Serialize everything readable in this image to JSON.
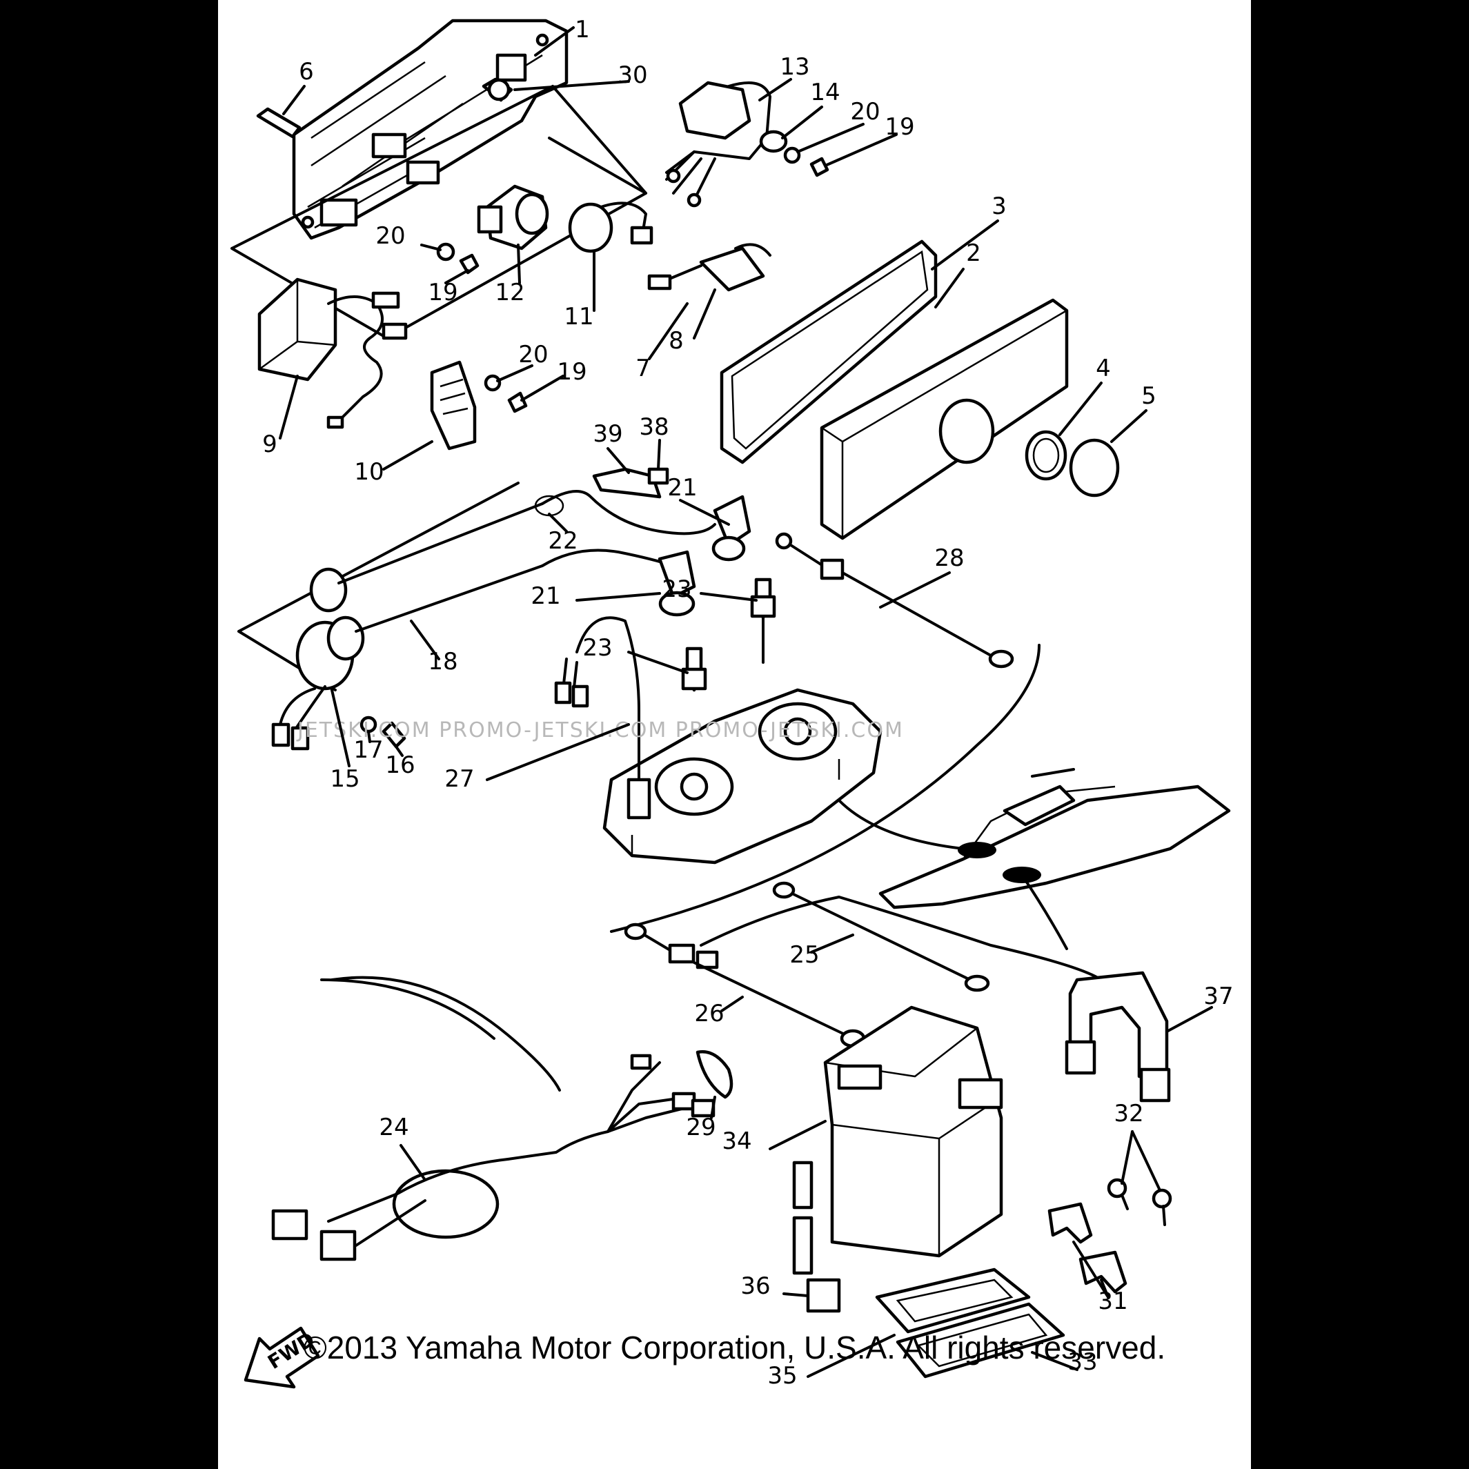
{
  "diagram": {
    "parts": [
      {
        "id": "p1",
        "label": "1"
      },
      {
        "id": "p2",
        "label": "2"
      },
      {
        "id": "p3",
        "label": "3"
      },
      {
        "id": "p4",
        "label": "4"
      },
      {
        "id": "p5",
        "label": "5"
      },
      {
        "id": "p6",
        "label": "6"
      },
      {
        "id": "p7",
        "label": "7"
      },
      {
        "id": "p8",
        "label": "8"
      },
      {
        "id": "p9",
        "label": "9"
      },
      {
        "id": "p10",
        "label": "10"
      },
      {
        "id": "p11",
        "label": "11"
      },
      {
        "id": "p12",
        "label": "12"
      },
      {
        "id": "p13",
        "label": "13"
      },
      {
        "id": "p14",
        "label": "14"
      },
      {
        "id": "p15",
        "label": "15"
      },
      {
        "id": "p16",
        "label": "16"
      },
      {
        "id": "p17",
        "label": "17"
      },
      {
        "id": "p18",
        "label": "18"
      },
      {
        "id": "p19a",
        "label": "19"
      },
      {
        "id": "p19b",
        "label": "19"
      },
      {
        "id": "p19c",
        "label": "19"
      },
      {
        "id": "p20a",
        "label": "20"
      },
      {
        "id": "p20b",
        "label": "20"
      },
      {
        "id": "p20c",
        "label": "20"
      },
      {
        "id": "p21a",
        "label": "21"
      },
      {
        "id": "p21b",
        "label": "21"
      },
      {
        "id": "p22",
        "label": "22"
      },
      {
        "id": "p23a",
        "label": "23"
      },
      {
        "id": "p23b",
        "label": "23"
      },
      {
        "id": "p24",
        "label": "24"
      },
      {
        "id": "p25",
        "label": "25"
      },
      {
        "id": "p26",
        "label": "26"
      },
      {
        "id": "p27",
        "label": "27"
      },
      {
        "id": "p28",
        "label": "28"
      },
      {
        "id": "p29",
        "label": "29"
      },
      {
        "id": "p30",
        "label": "30"
      },
      {
        "id": "p31",
        "label": "31"
      },
      {
        "id": "p32",
        "label": "32"
      },
      {
        "id": "p33",
        "label": "33"
      },
      {
        "id": "p34",
        "label": "34"
      },
      {
        "id": "p35",
        "label": "35"
      },
      {
        "id": "p36",
        "label": "36"
      },
      {
        "id": "p37",
        "label": "37"
      },
      {
        "id": "p38",
        "label": "38"
      },
      {
        "id": "p39",
        "label": "39"
      }
    ],
    "fwd_label": "FWD",
    "watermark": "JETSKI.COM  PROMO-JETSKI.COM  PROMO-JETSKI.COM"
  },
  "footer": {
    "copyright": "©2013 Yamaha Motor Corporation, U.S.A. All rights reserved."
  }
}
